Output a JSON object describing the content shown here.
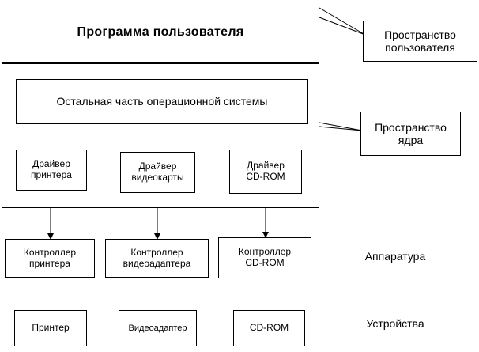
{
  "user_program": {
    "label": "Программа пользователя"
  },
  "rest_os": {
    "label": "Остальная часть операционной системы"
  },
  "drivers": {
    "printer": {
      "line1": "Драйвер",
      "line2": "принтера"
    },
    "video": {
      "line1": "Драйвер",
      "line2": "видеокарты"
    },
    "cdrom": {
      "line1": "Драйвер",
      "line2": "CD-ROM"
    }
  },
  "controllers": {
    "printer": {
      "line1": "Контроллер",
      "line2": "принтера"
    },
    "video": {
      "line1": "Контроллер",
      "line2": "видеоадаптера"
    },
    "cdrom": {
      "line1": "Контроллер",
      "line2": "CD-ROM"
    }
  },
  "devices": {
    "printer": {
      "label": "Принтер"
    },
    "video": {
      "label": "Видеоадаптер"
    },
    "cdrom": {
      "label": "CD-ROM"
    }
  },
  "callouts": {
    "user_space": {
      "line1": "Пространство",
      "line2": "пользователя"
    },
    "kernel_space": {
      "line1": "Пространство",
      "line2": "ядра"
    }
  },
  "labels": {
    "hardware": "Аппаратура",
    "devices": "Устройства"
  }
}
